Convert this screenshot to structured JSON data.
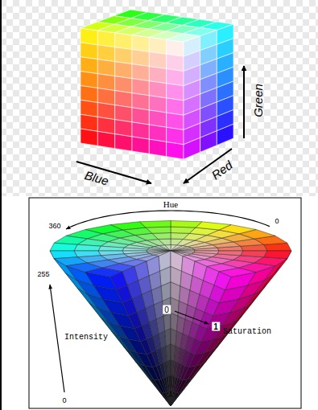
{
  "diagram": {
    "labels": [
      "Green",
      "Red",
      "Blue",
      "Hue",
      "360",
      "0",
      "255",
      "0",
      "1",
      "Saturation",
      "Intensity",
      "0"
    ]
  }
}
